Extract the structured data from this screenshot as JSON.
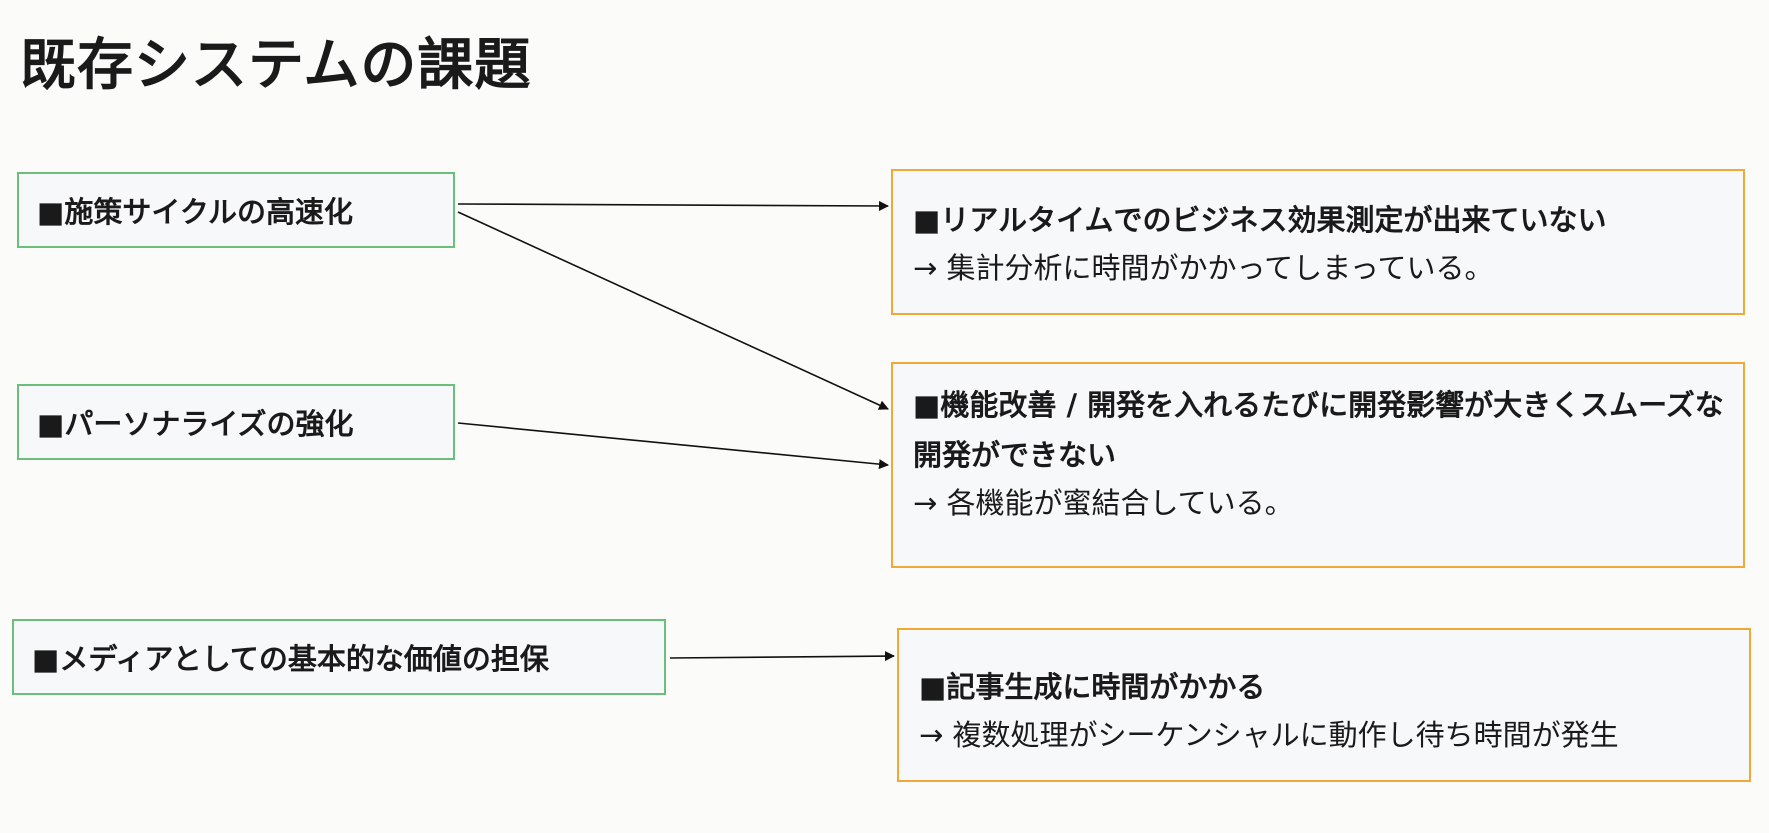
{
  "title": "既存システムの課題",
  "goals": [
    {
      "label": "■施策サイクルの高速化"
    },
    {
      "label": "■パーソナライズの強化"
    },
    {
      "label": "■メディアとしての基本的な価値の担保"
    }
  ],
  "issues": [
    {
      "heading": "■リアルタイムでのビジネス効果測定が出来ていない",
      "cause": "→ 集計分析に時間がかかってしまっている。"
    },
    {
      "heading": "■機能改善 / 開発を入れるたびに開発影響が大きくスムーズな開発ができない",
      "cause": "→ 各機能が蜜結合している。"
    },
    {
      "heading": "■記事生成に時間がかかる",
      "cause": "→ 複数処理がシーケンシャルに動作し待ち時間が発生"
    }
  ],
  "colors": {
    "goal_border": "#6cbf7a",
    "issue_border": "#f0a838",
    "arrow": "#111111"
  }
}
